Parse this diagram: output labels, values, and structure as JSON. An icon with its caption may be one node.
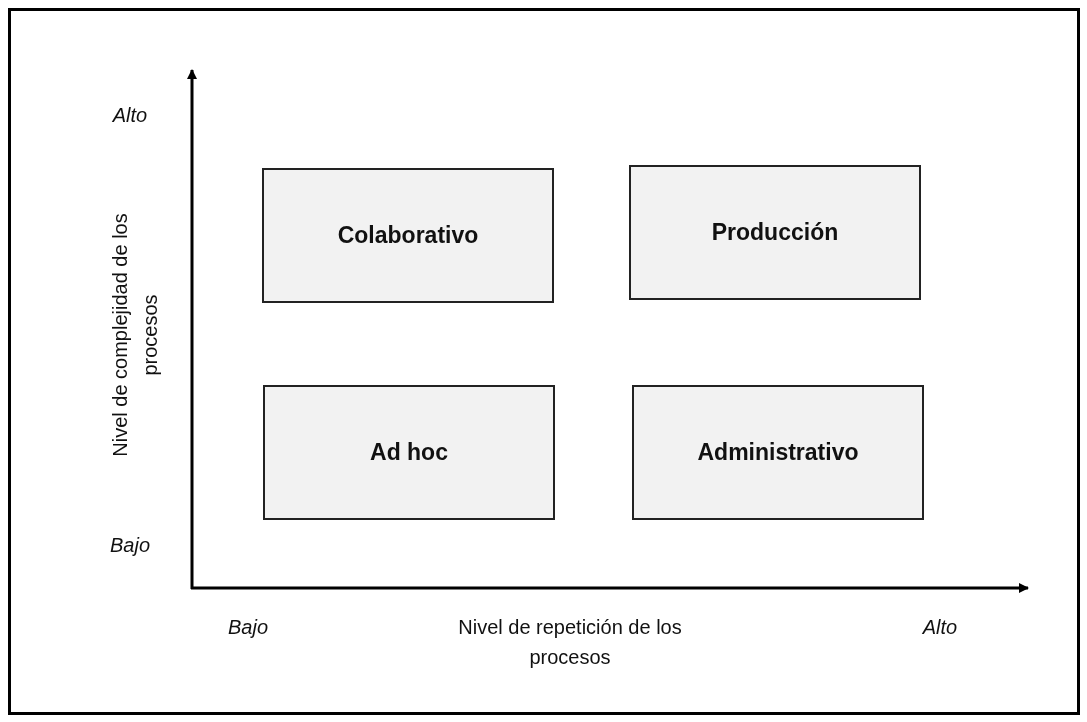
{
  "diagram": {
    "nodes": [
      {
        "text": [
          "Colaborativo"
        ]
      },
      {
        "text": [
          "Producción"
        ]
      },
      {
        "text": [
          "Ad hoc"
        ]
      },
      {
        "text": [
          "Administrativo"
        ]
      }
    ],
    "edges": [],
    "labels": [
      "Alto",
      "Nivel de complejidad de los procesos",
      "Bajo",
      "Bajo",
      "Nivel de repetición de los procesos",
      "Alto"
    ]
  }
}
